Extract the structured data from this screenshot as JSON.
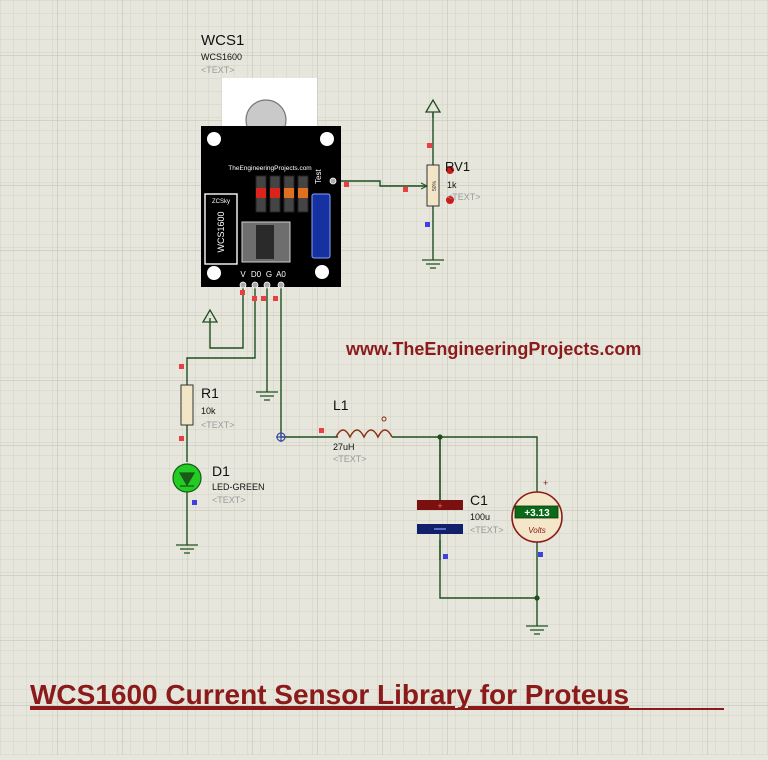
{
  "sensor": {
    "ref": "WCS1",
    "part": "WCS1600",
    "text": "<TEXT>",
    "board_url": "TheEngineeringProjects.com",
    "board_test": "Test",
    "chip_name": "WCS1600",
    "chip_small": "ZCSky",
    "pins": [
      "V",
      "D0",
      "G",
      "A0"
    ]
  },
  "pot": {
    "ref": "RV1",
    "value": "1k",
    "text": "<TEXT>",
    "mid": "50%"
  },
  "resistor": {
    "ref": "R1",
    "value": "10k",
    "text": "<TEXT>"
  },
  "led": {
    "ref": "D1",
    "value": "LED-GREEN",
    "text": "<TEXT>"
  },
  "inductor": {
    "ref": "L1",
    "value": "27uH",
    "text": "<TEXT>"
  },
  "capacitor": {
    "ref": "C1",
    "value": "100u",
    "text": "<TEXT>"
  },
  "voltmeter": {
    "reading": "+3.13",
    "unit": "Volts",
    "plus": "+"
  },
  "website": "www.TheEngineeringProjects.com",
  "title": "WCS1600 Current Sensor Library for Proteus",
  "colors": {
    "grid_minor": "#d2d2c6",
    "grid_major": "#bdbdb0",
    "wire": "#1f4f1f",
    "title": "#8b1a1a",
    "label_text": "#9a9a9a",
    "board": "#000000",
    "led": "#22cc22"
  }
}
